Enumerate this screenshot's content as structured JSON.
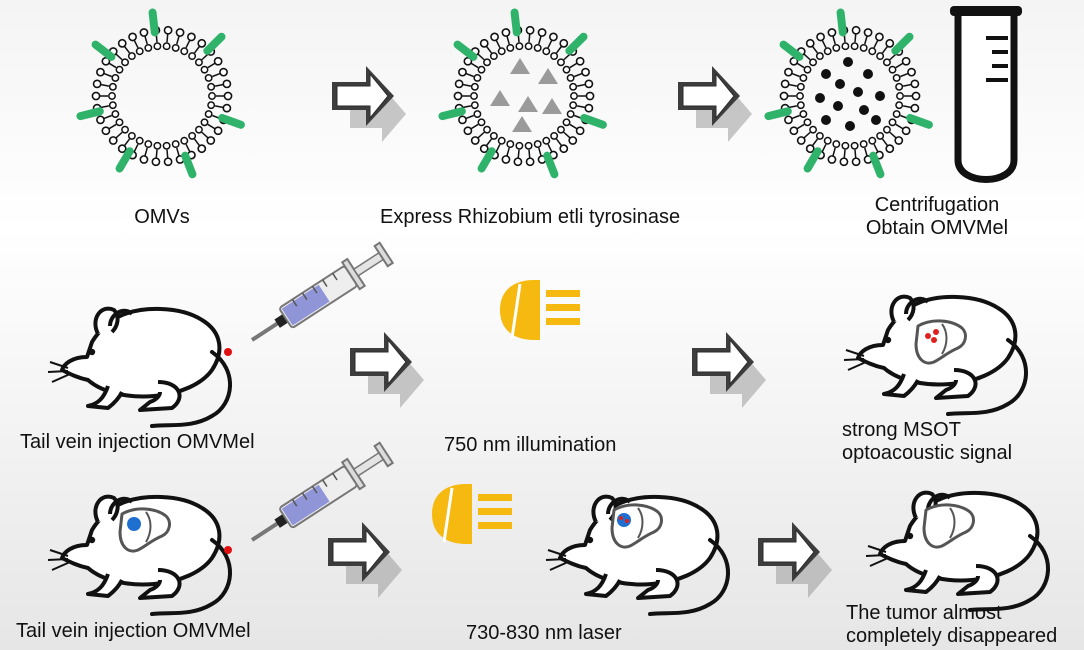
{
  "steps": {
    "omvs": "OMVs",
    "express": "Express Rhizobium etli tyrosinase",
    "centrifugation": "Centrifugation",
    "obtain": "Obtain OMVMel",
    "injection_row2": "Tail vein injection OMVMel",
    "illumination": "750 nm illumination",
    "msot_line1": "strong MSOT",
    "msot_line2": "optoacoustic signal",
    "injection_row3": "Tail vein injection OMVMel",
    "laser": "730-830 nm laser",
    "outcome_line1": "The tumor almost",
    "outcome_line2": "completely disappeared"
  },
  "colors": {
    "lipid": "#111111",
    "protein": "#2fb36b",
    "arrow": "#4a4a4a",
    "light": "#f5b90f",
    "syringe_fluid": "#8f95d6",
    "tumor": "#1f6fd1",
    "tumor_dots": "#e02020",
    "injection_point": "#e01010",
    "particles_gray": "#9a9a9a",
    "particles_black": "#111111"
  },
  "icons": [
    "vesicle",
    "arrow",
    "test-tube",
    "mouse",
    "syringe",
    "lamp"
  ]
}
